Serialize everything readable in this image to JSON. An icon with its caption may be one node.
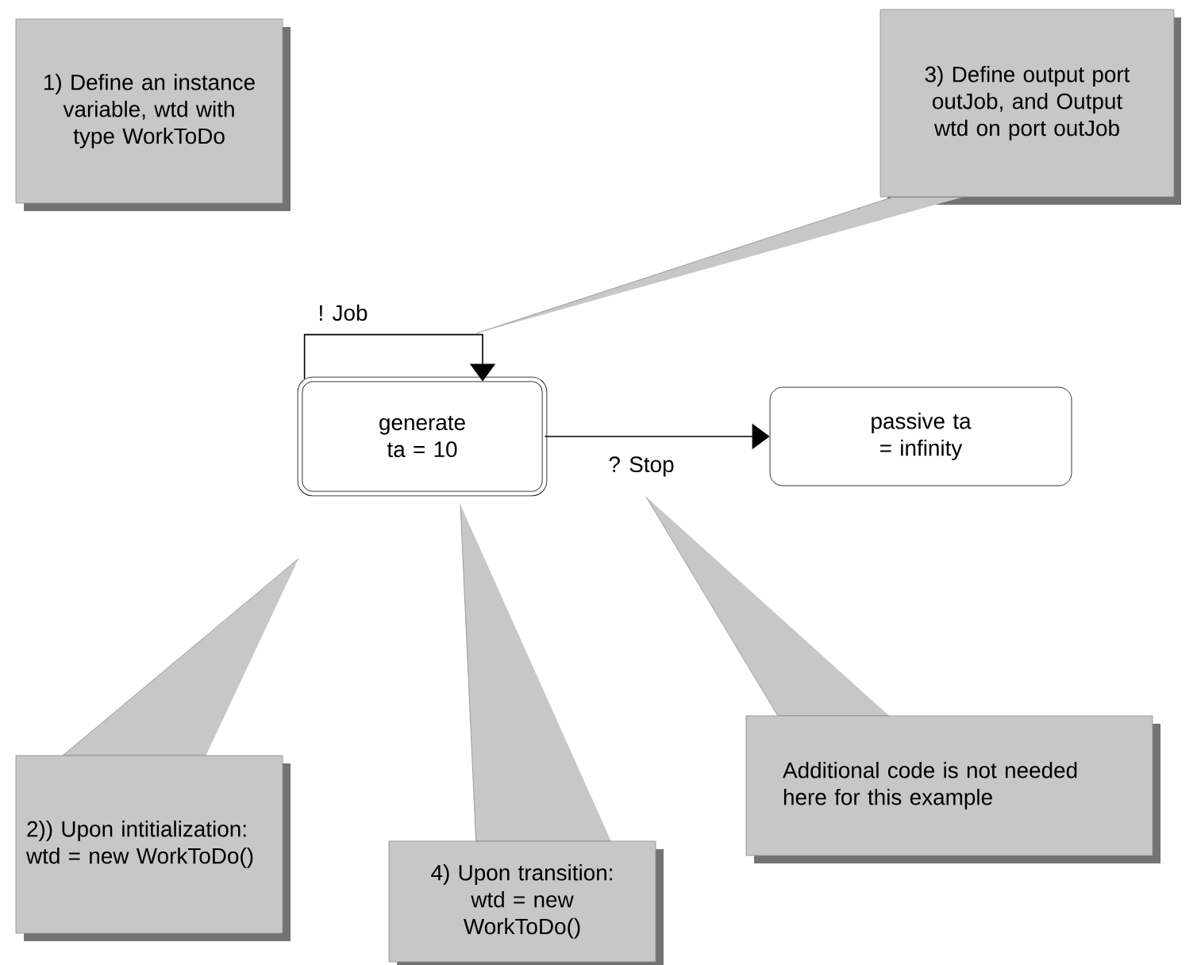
{
  "diagram": {
    "nodes": [
      {
        "text": [
          "1) Define an instance variable, wtd  with type WorkToDo"
        ]
      },
      {
        "text": [
          "3) Define output port outJob, and Output wtd on port outJob"
        ]
      },
      {
        "text": [
          "generate ta = 10"
        ]
      },
      {
        "text": [
          "passive ta = infinity"
        ]
      },
      {
        "text": [
          "Additional code is not needed here for this example"
        ]
      },
      {
        "text": [
          "2))  Upon intitialization: wtd = new WorkToDo()"
        ]
      },
      {
        "text": [
          "4) Upon transition: wtd = new WorkToDo()"
        ]
      }
    ],
    "edges": [
      {
        "from": 2,
        "to": 2,
        "arrow": "to",
        "label": "! Job"
      },
      {
        "from": 2,
        "to": 3,
        "arrow": "to",
        "label": "? Stop"
      }
    ]
  }
}
